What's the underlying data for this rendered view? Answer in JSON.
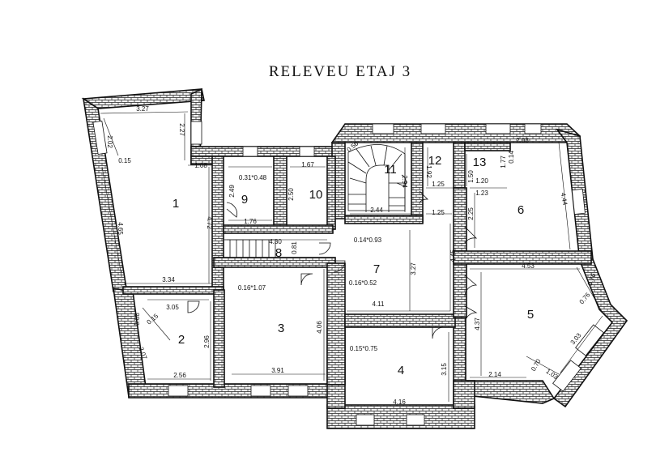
{
  "title": "RELEVEU ETAJ 3",
  "rooms": [
    {
      "n": "1"
    },
    {
      "n": "2"
    },
    {
      "n": "3"
    },
    {
      "n": "4"
    },
    {
      "n": "5"
    },
    {
      "n": "6"
    },
    {
      "n": "7"
    },
    {
      "n": "8"
    },
    {
      "n": "9"
    },
    {
      "n": "10"
    },
    {
      "n": "11"
    },
    {
      "n": "12"
    },
    {
      "n": "13"
    }
  ],
  "dims": {
    "r1_top": "3.27",
    "r1_left_a": "2.02",
    "r1_diag": "0.15",
    "r1_right_a": "2.27",
    "r1_notch": "1.08",
    "r1_left_b": "4.65",
    "r1_right_b": "4.72",
    "r1_bottom": "3.34",
    "r9_top": "0.31*0.48",
    "r9_side": "2.49",
    "r9_bottom": "1.76",
    "r10_top": "1.67",
    "r10_side": "2.50",
    "r8_top": "4.30",
    "r8_side": "0.81",
    "r11_diag": "0.56",
    "r11_side": "2.94",
    "r11_bottom": "2.44",
    "r12_side": "1.92",
    "r12_bottom": "1.25",
    "r13_side": "1.50",
    "r13_bottom": "1.20",
    "r13_top": "0.14",
    "r6_top": "2.08",
    "r6_left_top": "1.77",
    "r6_step": "1.23",
    "r6_left": "2.25",
    "r6_right": "4.44",
    "corr_a": "1.25",
    "corr_b": "0.14*0.93",
    "corr_c": "0.16*1.07",
    "r7_side": "3.27",
    "r7_right": "4.45",
    "r7_niche": "0.16*0.52",
    "r7_bottom": "4.11",
    "r2_top": "3.05",
    "r2_diag_a": "0.88",
    "r2_diag_b": "0.15",
    "r2_left": "2.07",
    "r2_right": "2.96",
    "r2_bottom": "2.56",
    "r3_right": "4.06",
    "r3_bottom": "3.91",
    "r4_niche": "0.15*0.75",
    "r4_right": "3.15",
    "r4_bottom": "4.16",
    "r5_top": "4.53",
    "r5_left": "4.37",
    "r5_diag_a": "0.76",
    "r5_diag_b": "0.76",
    "r5_diag_c": "3.03",
    "r5_bottom": "2.14",
    "r5_diag_d": "0.70",
    "r5_diag_e": "1.03"
  }
}
